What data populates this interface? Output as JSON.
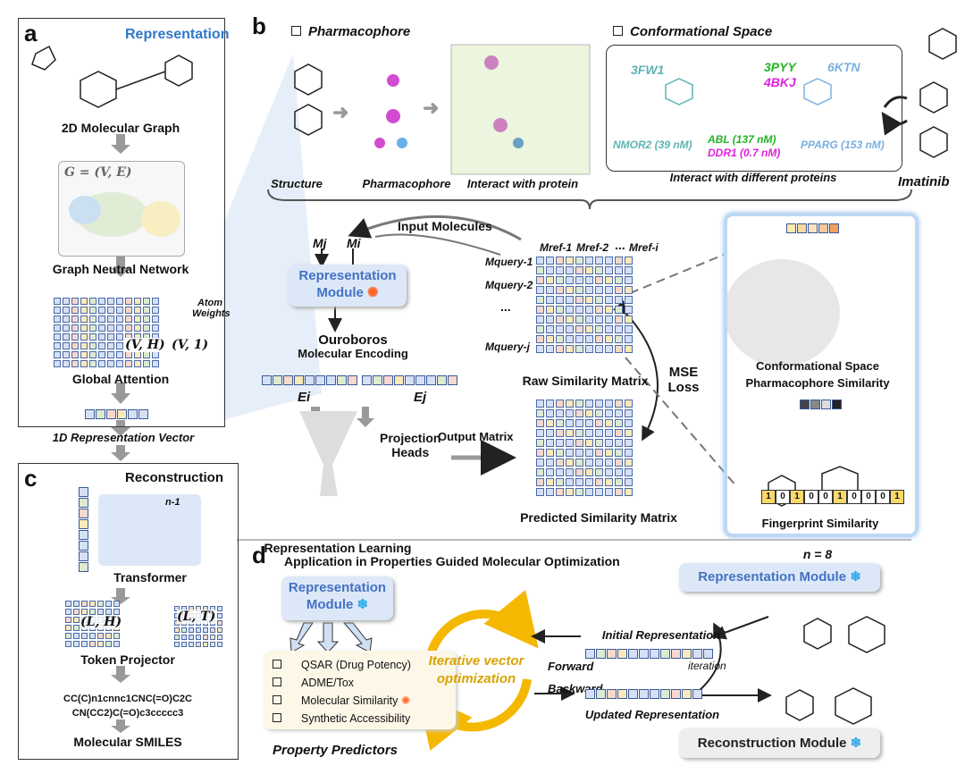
{
  "panel_labels": {
    "a": "a",
    "b": "b",
    "c": "c",
    "d": "d"
  },
  "panel_a": {
    "title": "Representation",
    "graph_label": "2D Molecular Graph",
    "graph_formula": "G = (V, E)",
    "gnn_label": "Graph Neutral Network",
    "atom_weights": "Atom Weights",
    "vh": "(V, H)",
    "v1": "(V, 1)",
    "attention_label": "Global Attention",
    "vector_label": "1D Representation Vector"
  },
  "panel_c": {
    "title": "Reconstruction",
    "n_minus_1": "n-1",
    "transformer": "Transformer",
    "lh": "(L, H)",
    "lt": "(L, T)",
    "token_projector": "Token Projector",
    "smiles_1": "CC(C)n1cnnc1CNC(=O)C2C",
    "smiles_2": "CN(CC2)C(=O)c3ccccc3",
    "smiles_label": "Molecular SMILES"
  },
  "panel_b": {
    "pharmacophore_heading": "Pharmacophore",
    "conformational_heading": "Conformational Space",
    "steps": [
      "Structure",
      "Pharmacophore",
      "Interact with protein"
    ],
    "proteins": {
      "p1_code": "3FW1",
      "p1_target": "NMOR2 (39 nM)",
      "p2_code1": "3PYY",
      "p2_code2": "4BKJ",
      "p2_target1": "ABL (137 nM)",
      "p2_target2": "DDR1 (0.7 nM)",
      "p3_code": "6KTN",
      "p3_target": "PPARG (153 nM)"
    },
    "interact_different": "Interact with different proteins",
    "imatinib": "Imatinib",
    "input_molecules": "Input Molecules",
    "mj": "Mj",
    "mi": "Mi",
    "rep_module_1": "Representation",
    "rep_module_2": "Module",
    "ouroboros": "Ouroboros",
    "mol_encoding": "Molecular Encoding",
    "ei": "Ei",
    "ej": "Ej",
    "projection_heads_1": "Projection",
    "projection_heads_2": "Heads",
    "output_matrix": "Output Matrix",
    "rep_learning": "Representation Learning",
    "mref1": "Mref-1",
    "mref2": "Mref-2",
    "mrefi": "Mref-i",
    "ellipsis": "...",
    "mq1": "Mquery-1",
    "mq2": "Mquery-2",
    "mqj": "Mquery-j",
    "raw_matrix": "Raw Similarity Matrix",
    "pred_matrix": "Predicted Similarity Matrix",
    "mse_1": "MSE",
    "mse_2": "Loss",
    "conf_sim_1": "Conformational Space",
    "conf_sim_2": "Pharmacophore Similarity",
    "fingerprint_bits": [
      "1",
      "0",
      "1",
      "0",
      "0",
      "1",
      "0",
      "0",
      "0",
      "1"
    ],
    "fingerprint_label": "Fingerprint Similarity",
    "n": "n = 8"
  },
  "panel_d": {
    "title": "Application  in  Properties  Guided  Molecular  Optimization",
    "rep_module_1": "Representation",
    "rep_module_2": "Module",
    "predictors": [
      "QSAR (Drug Potency)",
      "ADME/Tox",
      "Molecular Similarity",
      "Synthetic Accessibility"
    ],
    "predictors_label": "Property Predictors",
    "cycle_1": "Iterative vector",
    "cycle_2": "optimization",
    "forward": "Forward",
    "backward": "Backward",
    "initial": "Initial Representation",
    "updated": "Updated Representation",
    "iteration": "iteration",
    "rep_module_right": "Representation Module",
    "recon_module": "Reconstruction Module"
  },
  "colors": {
    "blue": "#4472c4",
    "orange": "#f5b800",
    "teal": "#5fb3b3",
    "green": "#22b522",
    "magenta": "#e020e0",
    "light_blue": "#7ab0e0"
  }
}
